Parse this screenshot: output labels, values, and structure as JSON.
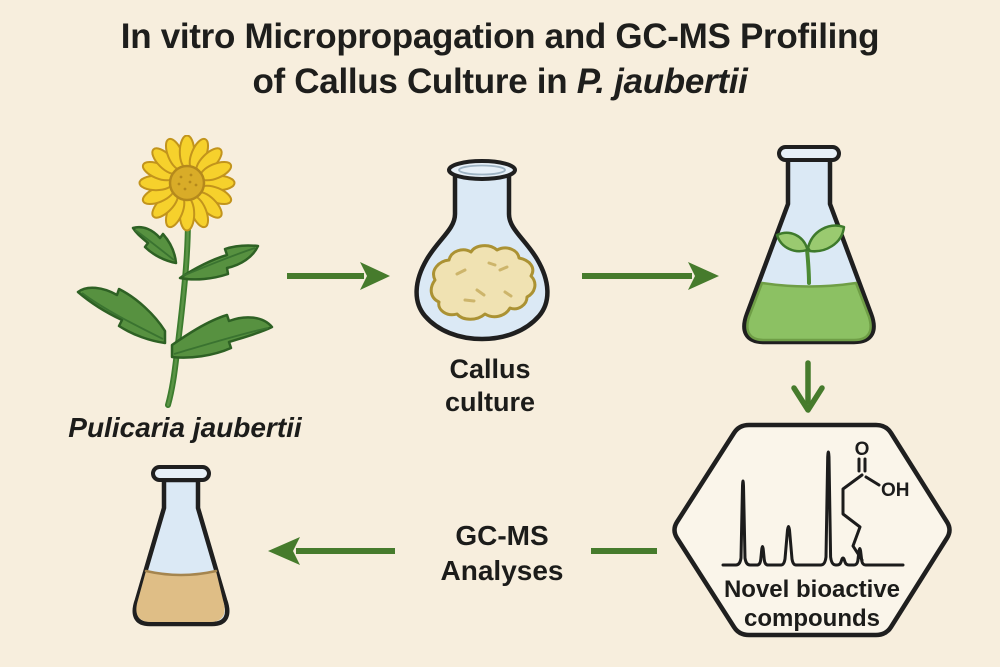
{
  "title": {
    "line1": "In vitro Micropropagation and GC-MS Profiling",
    "line2_text": "of Callus Culture in",
    "line2_species": "P. jaubertii"
  },
  "steps": {
    "plant": {
      "label": "Pulicaria jaubertii"
    },
    "callus": {
      "label_line1": "Callus",
      "label_line2": "culture"
    },
    "gcms": {
      "label_line1": "GC-MS",
      "label_line2": "Analyses"
    },
    "compounds": {
      "label_line1": "Novel bioactive",
      "label_line2": "compounds"
    }
  },
  "molecule": {
    "atom_top": "O",
    "atom_side": "OH"
  },
  "chromatogram": {
    "type": "line",
    "peak_relative_heights": [
      0.85,
      0.2,
      0.45,
      1.0,
      0.08,
      0.22
    ]
  },
  "colors": {
    "background": "#f7eedd",
    "ink": "#1e1e1c",
    "arrow_green": "#467b2c",
    "leaf_green": "#579140",
    "petal_yellow": "#f6d12c",
    "flower_disc": "#d9ac28",
    "flask_glass": "#dbe9f5",
    "callus_tan": "#f0e2b2",
    "medium_green": "#8cc163",
    "extract_tan": "#dfbe86",
    "hexagon_fill": "#faf5ea"
  }
}
